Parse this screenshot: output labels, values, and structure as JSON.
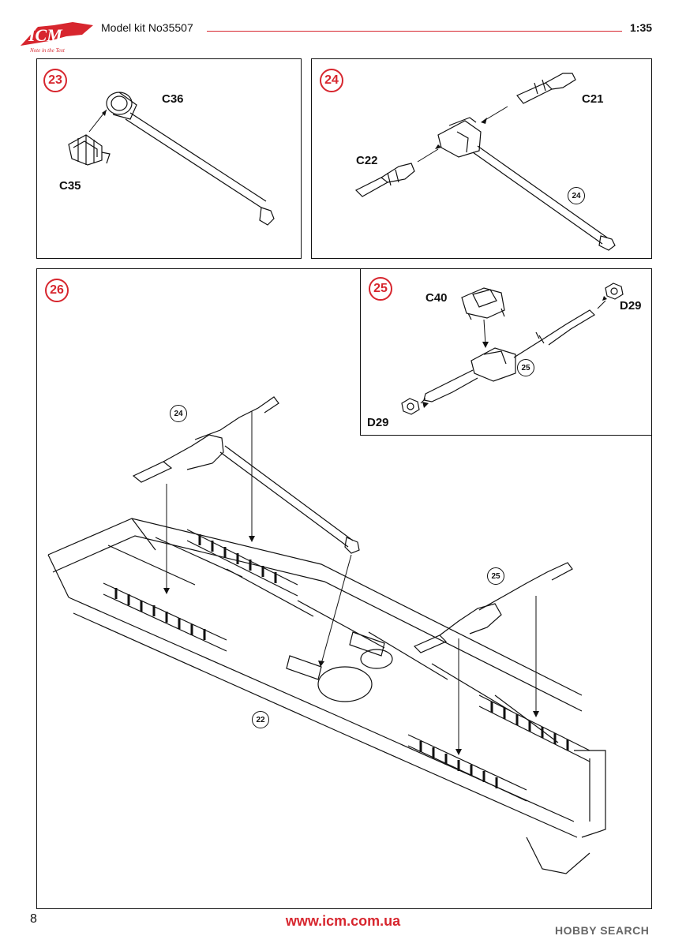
{
  "header": {
    "logo_text": "ICM",
    "logo_tagline": "Note in the Text",
    "model_kit": "Model kit No35507",
    "scale": "1:35"
  },
  "steps": {
    "s23": {
      "number": "23",
      "parts": [
        "C36",
        "C35"
      ]
    },
    "s24": {
      "number": "24",
      "parts": [
        "C21",
        "C22"
      ],
      "ref": "24"
    },
    "s25": {
      "number": "25",
      "parts": [
        "C40",
        "D29",
        "D29"
      ],
      "ref": "25"
    },
    "s26": {
      "number": "26",
      "refs": [
        "24",
        "25",
        "22"
      ]
    }
  },
  "footer": {
    "page_number": "8",
    "url": "www.icm.com.ua",
    "watermark": "HOBBY SEARCH"
  },
  "colors": {
    "accent": "#d7262e",
    "line": "#111111"
  }
}
